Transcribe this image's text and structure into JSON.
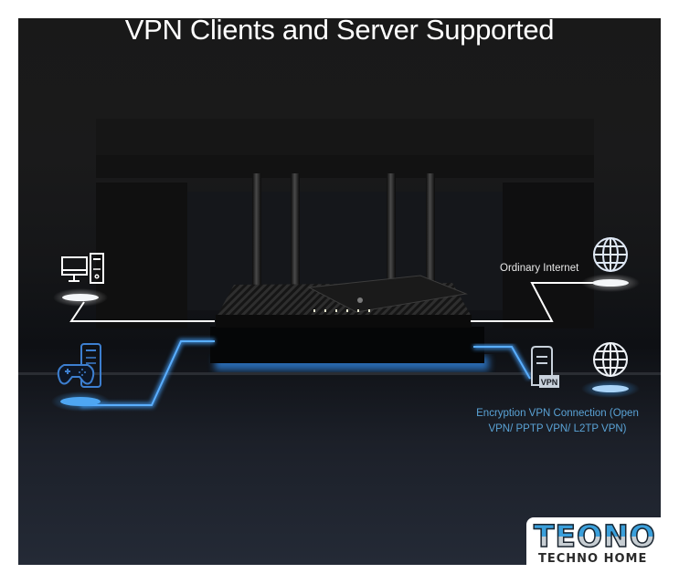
{
  "heading": "VPN Clients and Server Supported",
  "labels": {
    "ordinary_internet": "Ordinary Internet",
    "vpn_connection_line1": "Encryption VPN Connection (Open",
    "vpn_connection_line2": "VPN/ PPTP VPN/ L2TP VPN)",
    "vpn_badge": "VPN"
  },
  "icons": {
    "left_top": "desktop-computer-icon",
    "left_bottom": "gamepad-server-icon",
    "right_top": "globe-icon",
    "right_vpn_server": "vpn-server-icon",
    "right_bottom": "globe-icon"
  },
  "colors": {
    "ordinary_line": "#ffffff",
    "vpn_line": "#3d8fe0",
    "vpn_text": "#5aa3d6",
    "brand_blue": "#3aa0dc"
  },
  "watermark": {
    "brand": "TEONO",
    "tagline": "TECHNO HOME"
  }
}
